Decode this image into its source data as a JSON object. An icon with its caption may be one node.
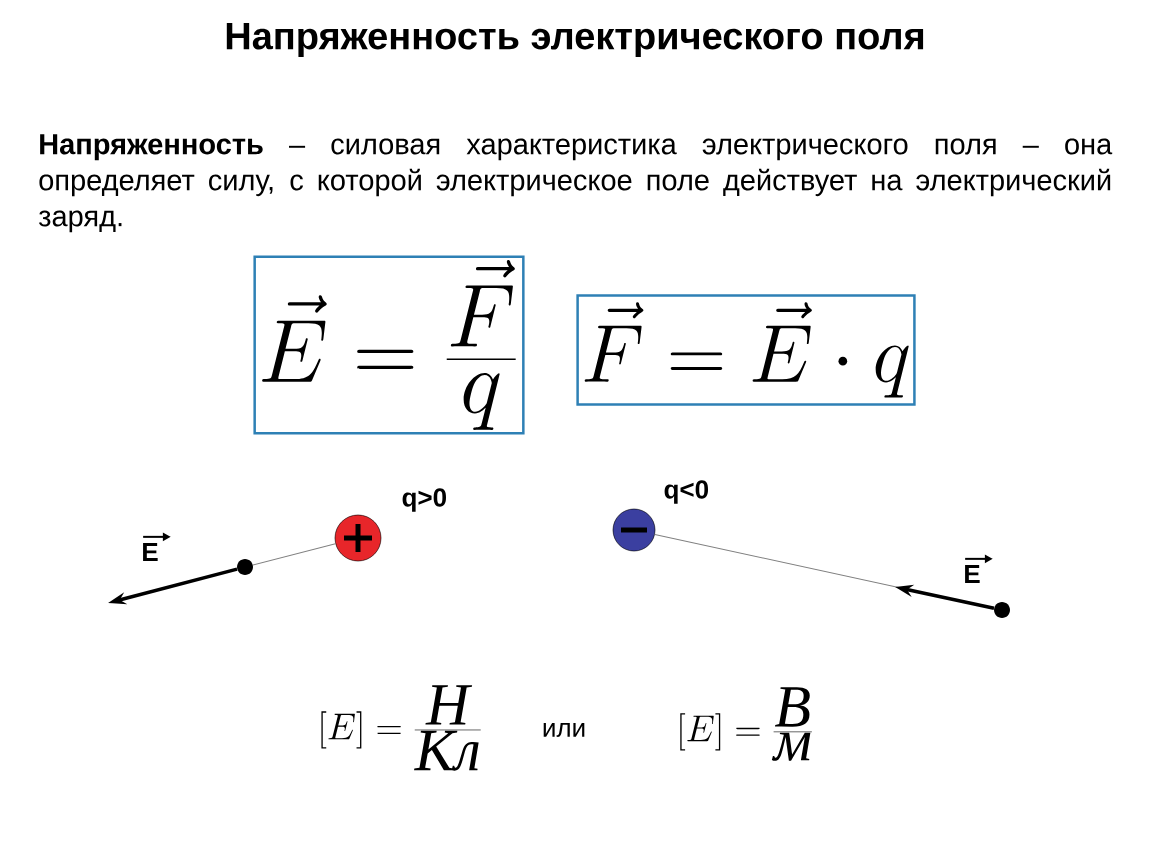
{
  "diagram": {
    "title": "Напряженность электрического поля",
    "nodes": [
      {
        "text": [
          "\\vec{E}=\\frac{\\vec{F}}{q}"
        ]
      },
      {
        "text": [
          "\\vec{F}=\\vec{E}\\cdot q"
        ]
      },
      {
        "text": [],
        "shape": "circle",
        "beside": [
          "q>0"
        ]
      },
      {
        "text": [],
        "shape": "circle"
      },
      {
        "text": [],
        "shape": "circle",
        "beside": [
          "q<0"
        ]
      },
      {
        "text": [],
        "shape": "circle"
      }
    ],
    "edges": [
      {
        "from": 3,
        "to": 2,
        "arrow": "none"
      },
      {
        "from": 3,
        "to": null,
        "arrow": "to",
        "style": "thick",
        "color": "#000000",
        "label": "E"
      },
      {
        "from": 4,
        "to": 5,
        "arrow": "none"
      },
      {
        "from": 5,
        "to": null,
        "arrow": "to",
        "style": "thick",
        "color": "#000000",
        "label": "E"
      }
    ],
    "labels": [
      "**Напряженность** – силовая характеристика электрического поля – она определяет силу, с которой электрическое поле действует на электрический заряд.",
      "\\left[E\\right]=\\frac{\\mbox{\\itshape Н}}{\\mbox{\\itshape Кл}}",
      "или",
      "\\left[E\\right]=\\frac{\\mbox{\\itshape В}}{\\mbox{\\itshape м}}"
    ]
  }
}
